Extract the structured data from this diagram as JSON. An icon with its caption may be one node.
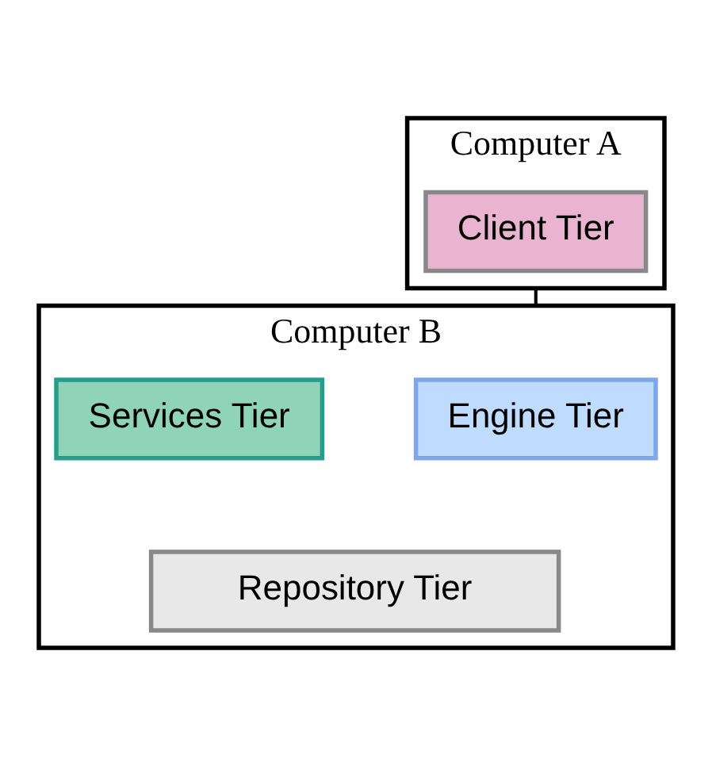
{
  "diagram": {
    "nodes": [
      {
        "text": [
          "Computer A"
        ]
      },
      {
        "text": [
          "Client Tier"
        ],
        "in": 0
      },
      {
        "text": [
          "Computer B"
        ]
      },
      {
        "text": [
          "Engine Tier"
        ],
        "in": 2
      },
      {
        "text": [
          "Services Tier"
        ],
        "in": 2
      },
      {
        "text": [
          "Repository Tier"
        ],
        "in": 2
      }
    ],
    "edges": [
      {
        "from": 0,
        "to": 2,
        "arrow": "none"
      }
    ]
  }
}
